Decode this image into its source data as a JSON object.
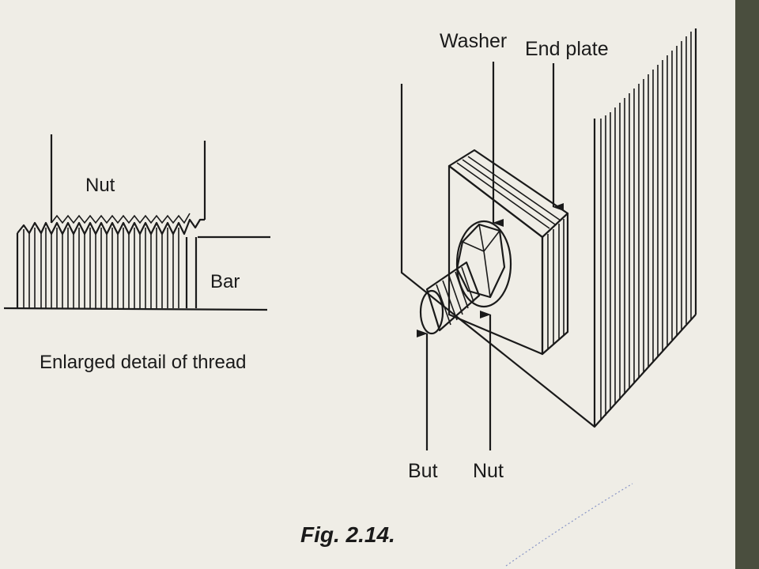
{
  "thread_detail": {
    "nut_label": "Nut",
    "bar_label": "Bar",
    "caption": "Enlarged detail of thread"
  },
  "assembly": {
    "washer_label": "Washer",
    "end_plate_label": "End plate",
    "but_label": "But",
    "nut_label": "Nut"
  },
  "figure": {
    "caption": "Fig. 2.14."
  }
}
